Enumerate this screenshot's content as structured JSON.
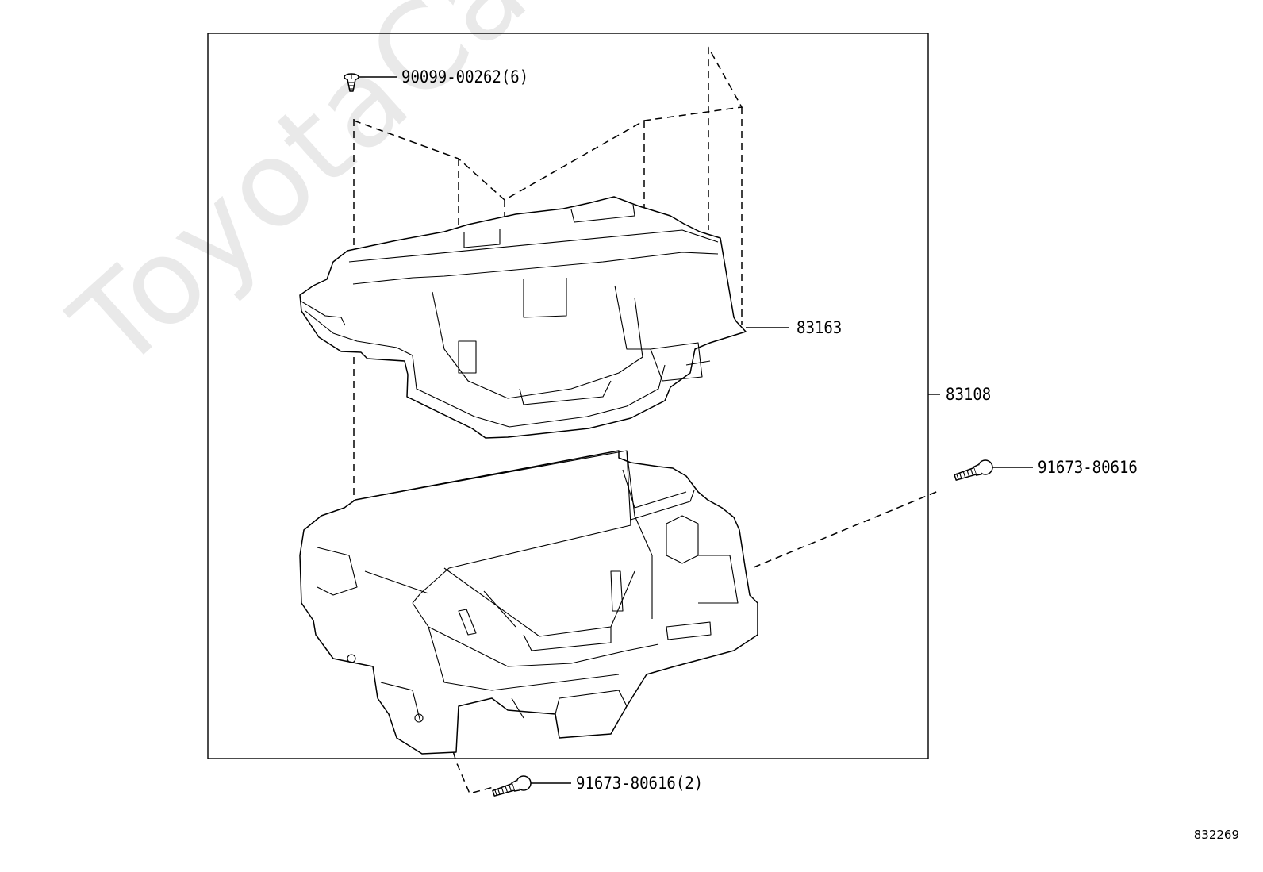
{
  "diagram": {
    "labels": {
      "screw_top": "90099-00262(6)",
      "upper_panel": "83163",
      "assembly": "83108",
      "screw_right": "91673-80616",
      "screw_bottom": "91673-80616(2)"
    },
    "diagram_id": "832269",
    "watermark": "ToyotaCarMine.ru"
  }
}
